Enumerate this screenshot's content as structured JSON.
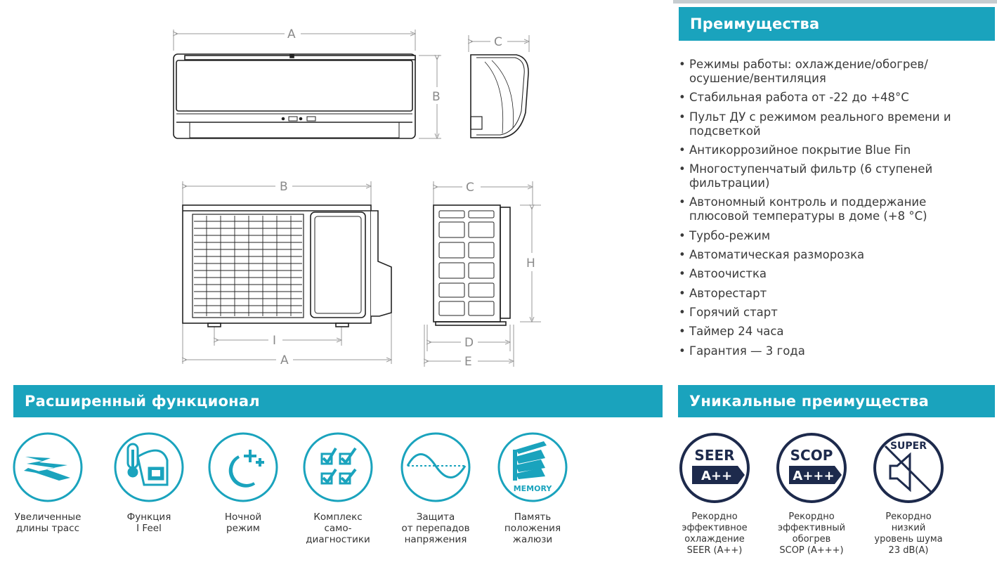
{
  "sections": {
    "advantages_title": "Преимущества",
    "features_title": "Расширенный функционал",
    "unique_title": "Уникальные преимущества"
  },
  "advantages": [
    "Режимы работы: охлаждение/обогрев/ осушение/вентиляция",
    "Стабильная работа от -22 до +48°C",
    "Пульт ДУ с режимом реального времени и подсветкой",
    "Антикоррозийное покрытие Blue Fin",
    "Многоступенчатый фильтр (6 ступеней фильтрации)",
    "Автономный контроль и поддержание плюсовой температуры в доме (+8 °C)",
    "Турбо-режим",
    "Автоматическая разморозка",
    "Автоочистка",
    "Авторестарт",
    "Горячий старт",
    "Таймер 24 часа",
    "Гарантия — 3 года"
  ],
  "features": [
    {
      "label": "Увеличенные\nдлины трасс",
      "icon": "long-pipes-icon"
    },
    {
      "label": "Функция\nI Feel",
      "icon": "i-feel-remote-icon"
    },
    {
      "label": "Ночной\nрежим",
      "icon": "moon-icon"
    },
    {
      "label": "Комплекс\nсамо-\nдиагностики",
      "icon": "checklist-icon"
    },
    {
      "label": "Защита\nот перепадов\nнапряжения",
      "icon": "sine-wave-icon"
    },
    {
      "label": "Память\nположения\nжалюзи",
      "icon": "memory-louver-icon"
    }
  ],
  "memory_badge": "MEMORY",
  "unique": [
    {
      "label": "Рекордно\nэффективное\nохлаждение\nSEER (A++)",
      "badge_top": "SEER",
      "badge_grade": "A++"
    },
    {
      "label": "Рекордно\nэффективный\nобогрев\nSCOP (A+++)",
      "badge_top": "SCOP",
      "badge_grade": "A+++"
    },
    {
      "label": "Рекордно\nнизкий\nуровень шума\n23 dB(A)",
      "badge_top": "SUPER",
      "badge_grade": ""
    }
  ],
  "dimensions": {
    "indoor_front": [
      "A",
      "B"
    ],
    "indoor_side": [
      "C"
    ],
    "outdoor_front": [
      "B",
      "I",
      "A"
    ],
    "outdoor_side": [
      "C",
      "H",
      "D",
      "E"
    ]
  },
  "colors": {
    "accent": "#1aa3bd",
    "navy": "#1d2a4c"
  }
}
